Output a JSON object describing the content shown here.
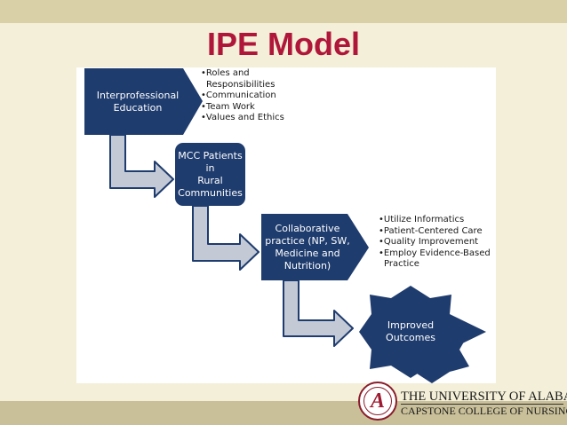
{
  "slide": {
    "title": "IPE Model"
  },
  "diagram": {
    "nodes": [
      {
        "label": "Interprofessional\nEducation"
      },
      {
        "label": "MCC Patients in\nRural\nCommunities"
      },
      {
        "label": "Collaborative\npractice (NP, SW,\nMedicine and\nNutrition)"
      },
      {
        "label": "Improved\nOutcomes"
      }
    ],
    "bullets_education": [
      "Roles and Responsibilities",
      "Communication",
      "Team Work",
      "Values and Ethics"
    ],
    "bullets_practice": [
      "Utilize Informatics",
      "Patient-Centered Care",
      "Quality Improvement",
      "Employ Evidence-Based Practice"
    ]
  },
  "footer": {
    "seal_letter": "A",
    "university": "THE UNIVERSITY OF ALABAMA",
    "college": "CAPSTONE COLLEGE OF NURSING"
  },
  "colors": {
    "title": "#b0163a",
    "node_fill": "#1f3c6e",
    "arrow_fill": "#c3cad6",
    "arrow_stroke": "#1f3c6e",
    "seal": "#9e1b32"
  }
}
